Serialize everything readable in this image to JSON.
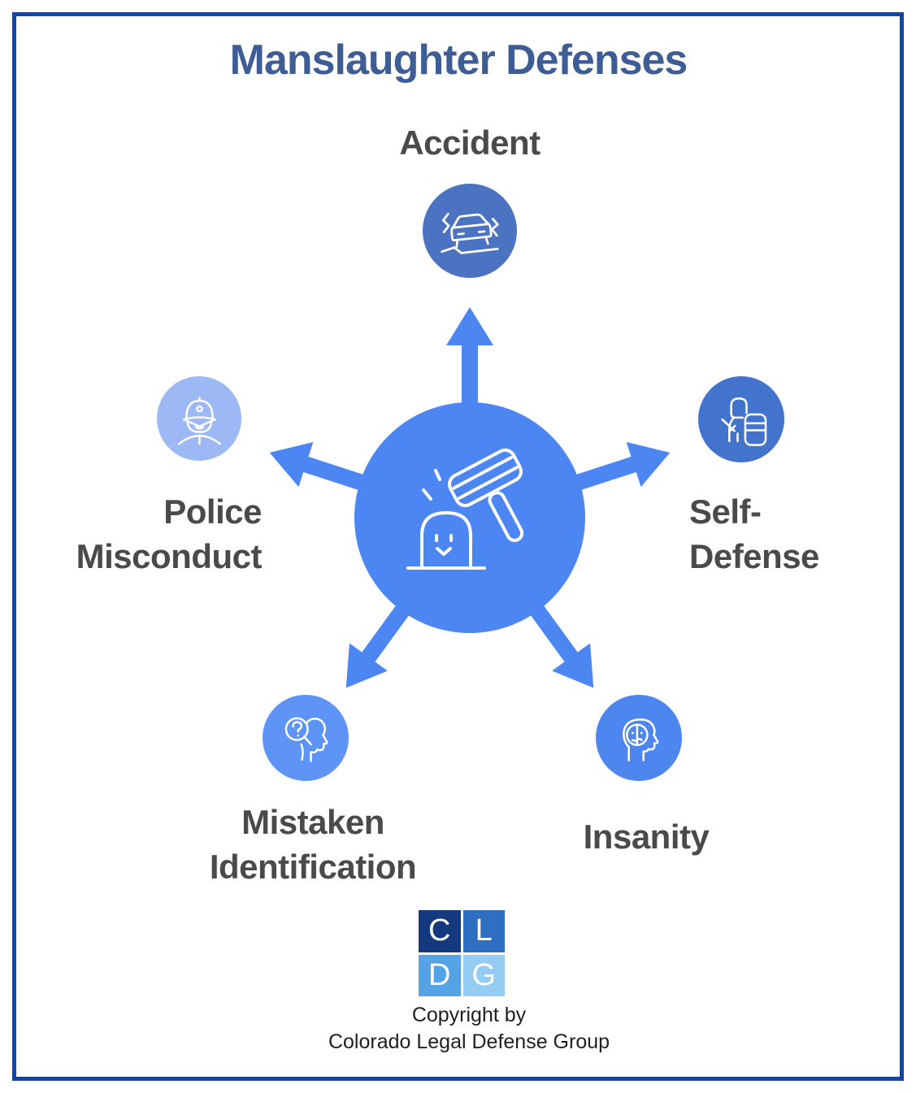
{
  "title": {
    "text": "Manslaughter Defenses"
  },
  "hub": {
    "icon": "gavel-striking-defendant-icon",
    "fill_color": "#4c86f2"
  },
  "nodes": {
    "accident": {
      "label": "Accident",
      "label_lines": [
        "Accident"
      ],
      "icon": "car-accident-icon",
      "circle_color": "#4b73c1"
    },
    "self_defense": {
      "label": "Self-Defense",
      "label_lines": [
        "Self-",
        "Defense"
      ],
      "icon": "riot-shield-officer-icon",
      "circle_color": "#4374cd"
    },
    "insanity": {
      "label": "Insanity",
      "label_lines": [
        "Insanity"
      ],
      "icon": "head-confused-face-icon",
      "circle_color": "#4c86ee"
    },
    "mistaken_identification": {
      "label": "Mistaken Identification",
      "label_lines": [
        "Mistaken",
        "Identification"
      ],
      "icon": "head-magnifier-question-icon",
      "circle_color": "#5d94f5"
    },
    "police_misconduct": {
      "label": "Police Misconduct",
      "label_lines": [
        "Police",
        "Misconduct"
      ],
      "icon": "police-officer-cap-icon",
      "circle_color": "#9cb9f5"
    }
  },
  "footer": {
    "logo_letters": [
      "C",
      "L",
      "D",
      "G"
    ],
    "logo_colors": [
      "#15397f",
      "#2e6fc1",
      "#55a3e4",
      "#94ccf4"
    ],
    "copyright_line1": "Copyright by",
    "copyright_line2": "Colorado Legal Defense Group"
  },
  "colors": {
    "border": "#0a47b1",
    "title_text": "#3d5d94",
    "label_text": "#4a4a4a",
    "hub_fill": "#4c86f2",
    "background": "#ffffff"
  }
}
